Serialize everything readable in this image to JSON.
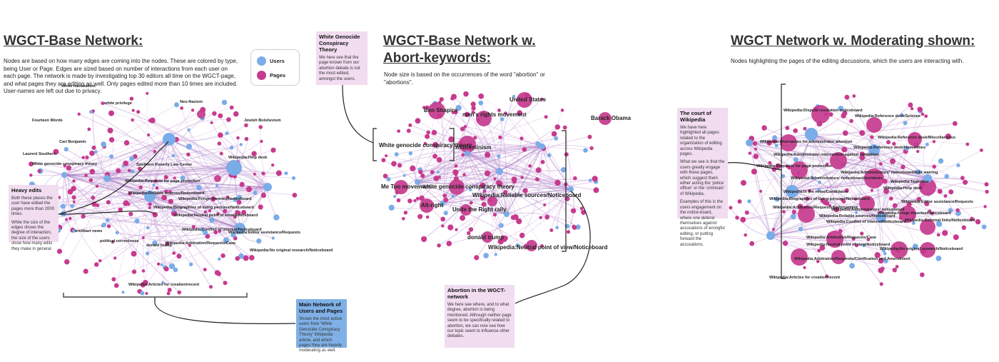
{
  "colors": {
    "user": "#7aace8",
    "page": "#c63b8e",
    "edge": "#c9a3d8",
    "note_pink": "#f1dcf0",
    "note_blue": "#7fb0e6"
  },
  "left": {
    "title": "WGCT-Base Network:",
    "desc": "Nodes are based on how many edges are coming into the nodes. These are colored by type, being User or Page. Edges are sized based on number of interactions from each user on each page. The network is made by investigating top 30 editors all time on the WGCT-page, and what pages they are editing as well. Only pages edited more than 10 times are included. User-names are left out due to privacy.",
    "legend": {
      "users": "Users",
      "pages": "Pages"
    },
    "labels": [
      "White nationalism",
      "white privilege",
      "Neo-Nazism",
      "Jewish Bolshevism",
      "Fourteen Words",
      "Carl Benjamin",
      "Laurent Southern",
      "Wikipedia:Reliable sources/Noticeboard",
      "Wikipedia:Neutral point of view/Noticeboard",
      "Wikipedia:Articles for creation/recent",
      "Wikipedia:Conflict of interest/Noticeboard",
      "Wikipedia:Biographies of living persons/Noticeboard",
      "White genocide conspiracy theory",
      "Southern Poverty Law Center",
      "political correctness",
      "donald trump",
      "breitbart news",
      "Wikipedia:Arbitration/Requests/Case",
      "Wikipedia:No original research/Noticeboard",
      "Wikipedia:Editor assistance/Requests",
      "Wikipedia:Fringe theories/Noticeboard",
      "Wikipedia:Help desk",
      "Wikipedia:Requests for page protection"
    ],
    "note_heavy": {
      "title": "Heavy edits",
      "p1": "Both these places the user have edited the pages more than 2000 times.",
      "p2": "While the size of the edges shows the degree of interaction, the size of the users show how many edits they make in general"
    },
    "note_main": {
      "title": "Main Network of Users and Pages",
      "p1": "Shows the most active users from 'White Genocide Conspiracy Theory' Wikipedia article, and which pages they are heavily moderating as well."
    }
  },
  "middle": {
    "title": "WGCT-Base Network w. Abort-keywords:",
    "desc": "Node size is based on the occurrences of the word \"abortion\" or \"abortions\".",
    "labels": [
      "United States",
      "Ben Shapiro",
      "men's rights movement",
      "Barack Obama",
      "White genocide conspiracy theory",
      "Antifeminism",
      "Me Too movement",
      "white genocide conspiracy theory",
      "Wikipedia:Reliable sources/Noticeboard",
      "Alt-right",
      "Unite the Right rally",
      "donald trump",
      "Wikipedia:Neutral point of view/Noticeboard"
    ],
    "note_wgct": {
      "title": "White Genocide Conspiracy Theory",
      "p1": "We here see that the page known from our abortion debate is not the most edited, amongst the users."
    },
    "note_abortion": {
      "title": "Abortion in the WGCT-network",
      "p1": "We here see where, and to what degree, abortion is being mentioned. Although neither page seem to be specifically related to abortion, we can now see how our topic seem to influence other debates."
    }
  },
  "right": {
    "title": "WGCT Network w. Moderating shown:",
    "desc": "Nodes highlighting the pages of the editing discussions, which the users are interacting with.",
    "labels": [
      "Wikipedia:Dispute resolution noticeboard",
      "Wikipedia:Reference desk/Science",
      "Wikipedia:Reference desk/Miscellaneous",
      "Wikipedia:Usernames for administrator attention",
      "Wikipedia:Reference desk/Humanities",
      "Wikipedia:Administrator intervention against vandalism",
      "Wikipedia:Requests for page protection",
      "Wikipedia:Administrators' noticeboard/Edit warring",
      "Wikipedia:Administrators' noticeboard/Incidents",
      "Wikipedia:Teahouse",
      "Wikipedia:Help desk",
      "Wikipedia:In the news/Candidates",
      "Wikipedia:Biographies of living persons/Noticeboard",
      "Wikipedia:Arbitration/Requests/Enforcement",
      "Wikipedia:Reliable sources/Noticeboard",
      "Wikipedia:Editor assistance/Requests",
      "Wikipedia:Administrators' noticeboard",
      "Wikipedia:Fringe theories/Noticeboard",
      "Wikipedia:Conflict of interest/Noticeboard",
      "Wikipedia:External links/Noticeboard",
      "Wikipedia:Arbitration/Requests/Case",
      "Wikipedia:Neutral point of view/Noticeboard",
      "Wikipedia:No original research/Noticeboard",
      "Wikipedia:Arbitration/Requests/Clarification and Amendment",
      "Wikipedia:Articles for creation/recent"
    ],
    "note_court": {
      "title": "The court of Wikipedia",
      "p1": "We have here highlighted all pages related to the organization of editing across Wikipedia pages.",
      "p2": "What we see is that the users greatly engage with these pages, which suggest them either acting the 'police officer' or the 'criminals' of Wikipedia.",
      "p3": "Examples of this is the users engagement on the notice-board, where one defend themselves against accusations of wrongful editing, or putting forward the accusations."
    }
  }
}
